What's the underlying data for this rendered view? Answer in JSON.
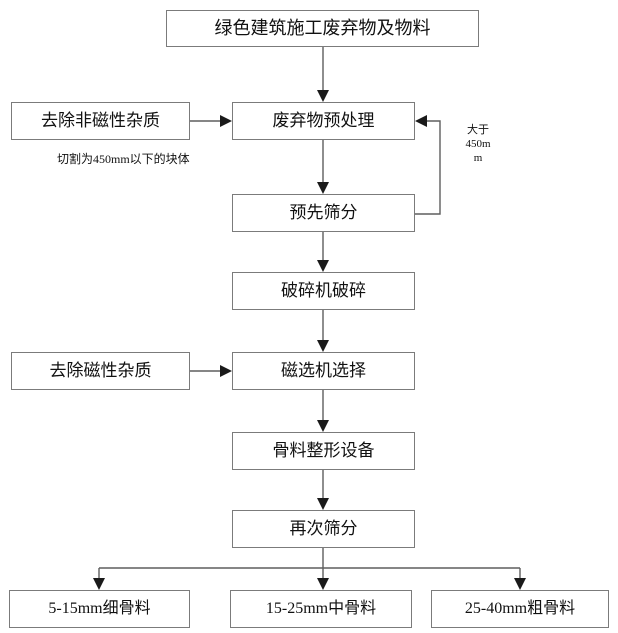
{
  "diagram": {
    "title_node": {
      "label": "绿色建筑施工废弃物及物料"
    },
    "nodes": [
      {
        "id": "source",
        "label": "绿色建筑施工废弃物及物料"
      },
      {
        "id": "remove-nonmagnetic",
        "label": "去除非磁性杂质"
      },
      {
        "id": "pretreatment",
        "label": "废弃物预处理"
      },
      {
        "id": "pre-screening",
        "label": "预先筛分"
      },
      {
        "id": "crusher",
        "label": "破碎机破碎"
      },
      {
        "id": "remove-magnetic",
        "label": "去除磁性杂质"
      },
      {
        "id": "magnetic-separator",
        "label": "磁选机选择"
      },
      {
        "id": "aggregate-shaping",
        "label": "骨料整形设备"
      },
      {
        "id": "re-screening",
        "label": "再次筛分"
      },
      {
        "id": "fine-aggregate",
        "label": "5-15mm细骨料"
      },
      {
        "id": "medium-aggregate",
        "label": "15-25mm中骨料"
      },
      {
        "id": "coarse-aggregate",
        "label": "25-40mm粗骨料"
      }
    ],
    "annotations": {
      "cut_note": "切割为450mm以下的块体",
      "oversize_line1": "大于",
      "oversize_line2": "450m",
      "oversize_line3": "m"
    },
    "colors": {
      "box_border": "#7b7b7b",
      "edge": "#5e5e5e",
      "arrow": "#1a1a1a",
      "text": "#111111",
      "background": "#ffffff"
    }
  }
}
